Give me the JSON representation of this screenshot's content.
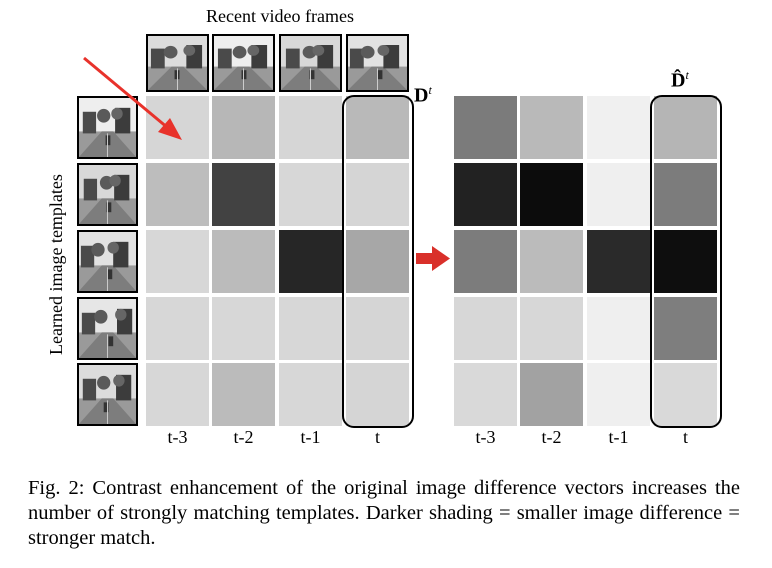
{
  "top_title": "Recent video frames",
  "side_title": "Learned image templates",
  "left_matrix": {
    "label": "D",
    "label_sup": "t",
    "columns": [
      "t-3",
      "t-2",
      "t-1",
      "t"
    ],
    "gray": [
      [
        "#d6d6d6",
        "#b7b7b7",
        "#d6d6d6",
        "#b9b9b9"
      ],
      [
        "#bdbdbd",
        "#424242",
        "#d7d7d7",
        "#d5d5d5"
      ],
      [
        "#d7d7d7",
        "#bbbbbb",
        "#262626",
        "#a7a7a7"
      ],
      [
        "#d7d7d7",
        "#d7d7d7",
        "#d7d7d7",
        "#d5d5d5"
      ],
      [
        "#d7d7d7",
        "#bbbbbb",
        "#d7d7d7",
        "#d5d5d5"
      ]
    ]
  },
  "right_matrix": {
    "label": "D̂",
    "label_sup": "t",
    "columns": [
      "t-3",
      "t-2",
      "t-1",
      "t"
    ],
    "gray": [
      [
        "#7b7b7b",
        "#b9b9b9",
        "#f0f0f0",
        "#b5b5b5"
      ],
      [
        "#222222",
        "#0c0c0c",
        "#efefef",
        "#7c7c7c"
      ],
      [
        "#7c7c7c",
        "#bbbbbb",
        "#2a2a2a",
        "#0e0e0e"
      ],
      [
        "#d7d7d7",
        "#d7d7d7",
        "#efefef",
        "#7e7e7e"
      ],
      [
        "#d9d9d9",
        "#a2a2a2",
        "#efefef",
        "#d9d9d9"
      ]
    ]
  },
  "colors": {
    "arrow_red": "#e8322b",
    "transform_arrow": "#d9302a"
  },
  "caption": "Fig. 2: Contrast enhancement of the original image difference vectors increases the number of strongly matching templates. Darker shading = smaller image difference = stronger match."
}
